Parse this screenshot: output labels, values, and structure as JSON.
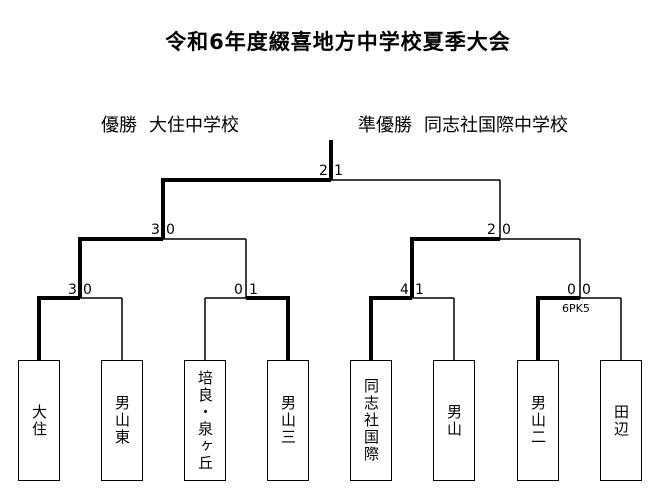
{
  "title": "令和6年度綴喜地方中学校夏季大会",
  "results": {
    "winner_label": "優勝",
    "winner_name": "大住中学校",
    "runner_label": "準優勝",
    "runner_name": "同志社国際中学校"
  },
  "teams": [
    "大住",
    "男山東",
    "培良・泉ヶ丘",
    "男山三",
    "同志社国際",
    "男山",
    "男山二",
    "田辺"
  ],
  "scores": {
    "final": [
      "2",
      "1"
    ],
    "semi1": [
      "3",
      "0"
    ],
    "semi2": [
      "2",
      "0"
    ],
    "q1": [
      "3",
      "0"
    ],
    "q2": [
      "0",
      "1"
    ],
    "q3": [
      "4",
      "1"
    ],
    "q4": [
      "0",
      "0"
    ]
  },
  "q4_pk": "6PK5"
}
